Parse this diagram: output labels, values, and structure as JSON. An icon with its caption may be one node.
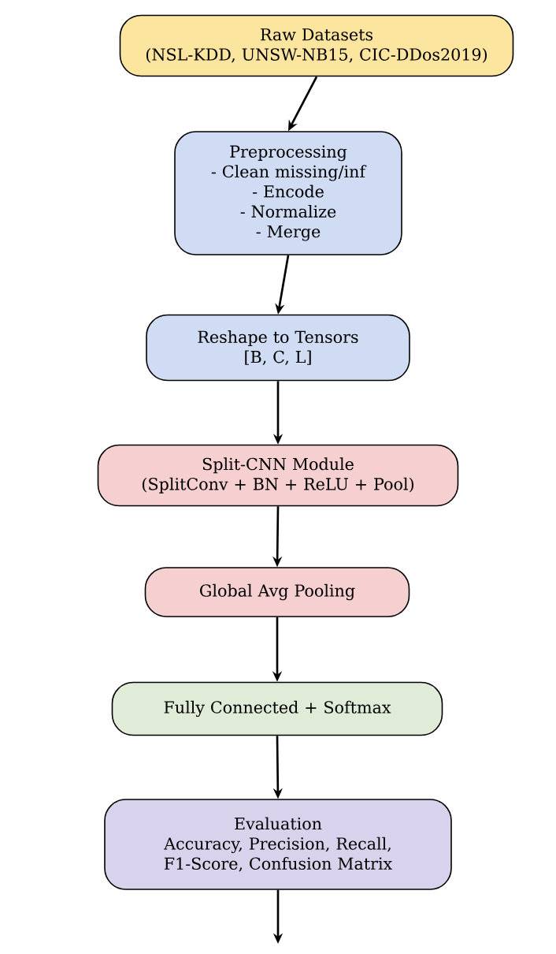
{
  "diagram": {
    "nodes": [
      {
        "text": [
          "Raw Datasets",
          "(NSL-KDD, UNSW-NB15, CIC-DDos2019)"
        ]
      },
      {
        "text": [
          "Preprocessing",
          "- Clean missing/inf",
          "- Encode",
          "- Normalize",
          "- Merge"
        ]
      },
      {
        "text": [
          "Reshape to Tensors",
          "[B, C, L]"
        ]
      },
      {
        "text": [
          "Split-CNN Module",
          "(SplitConv + BN + ReLU + Pool)"
        ]
      },
      {
        "text": [
          "Global Avg Pooling"
        ]
      },
      {
        "text": [
          "Fully Connected + Softmax"
        ]
      },
      {
        "text": [
          "Evaluation",
          "Accuracy, Precision, Recall, F1-Score, Confusion Matrix"
        ]
      }
    ],
    "edges": [
      {
        "from": 0,
        "to": 1,
        "arrow": "to"
      },
      {
        "from": 1,
        "to": 2,
        "arrow": "to"
      },
      {
        "from": 2,
        "to": 3,
        "arrow": "to"
      },
      {
        "from": 3,
        "to": 4,
        "arrow": "to"
      },
      {
        "from": 4,
        "to": 5,
        "arrow": "to"
      },
      {
        "from": 5,
        "to": 6,
        "arrow": "to"
      },
      {
        "from": 6,
        "to": null,
        "arrow": "to"
      }
    ]
  }
}
